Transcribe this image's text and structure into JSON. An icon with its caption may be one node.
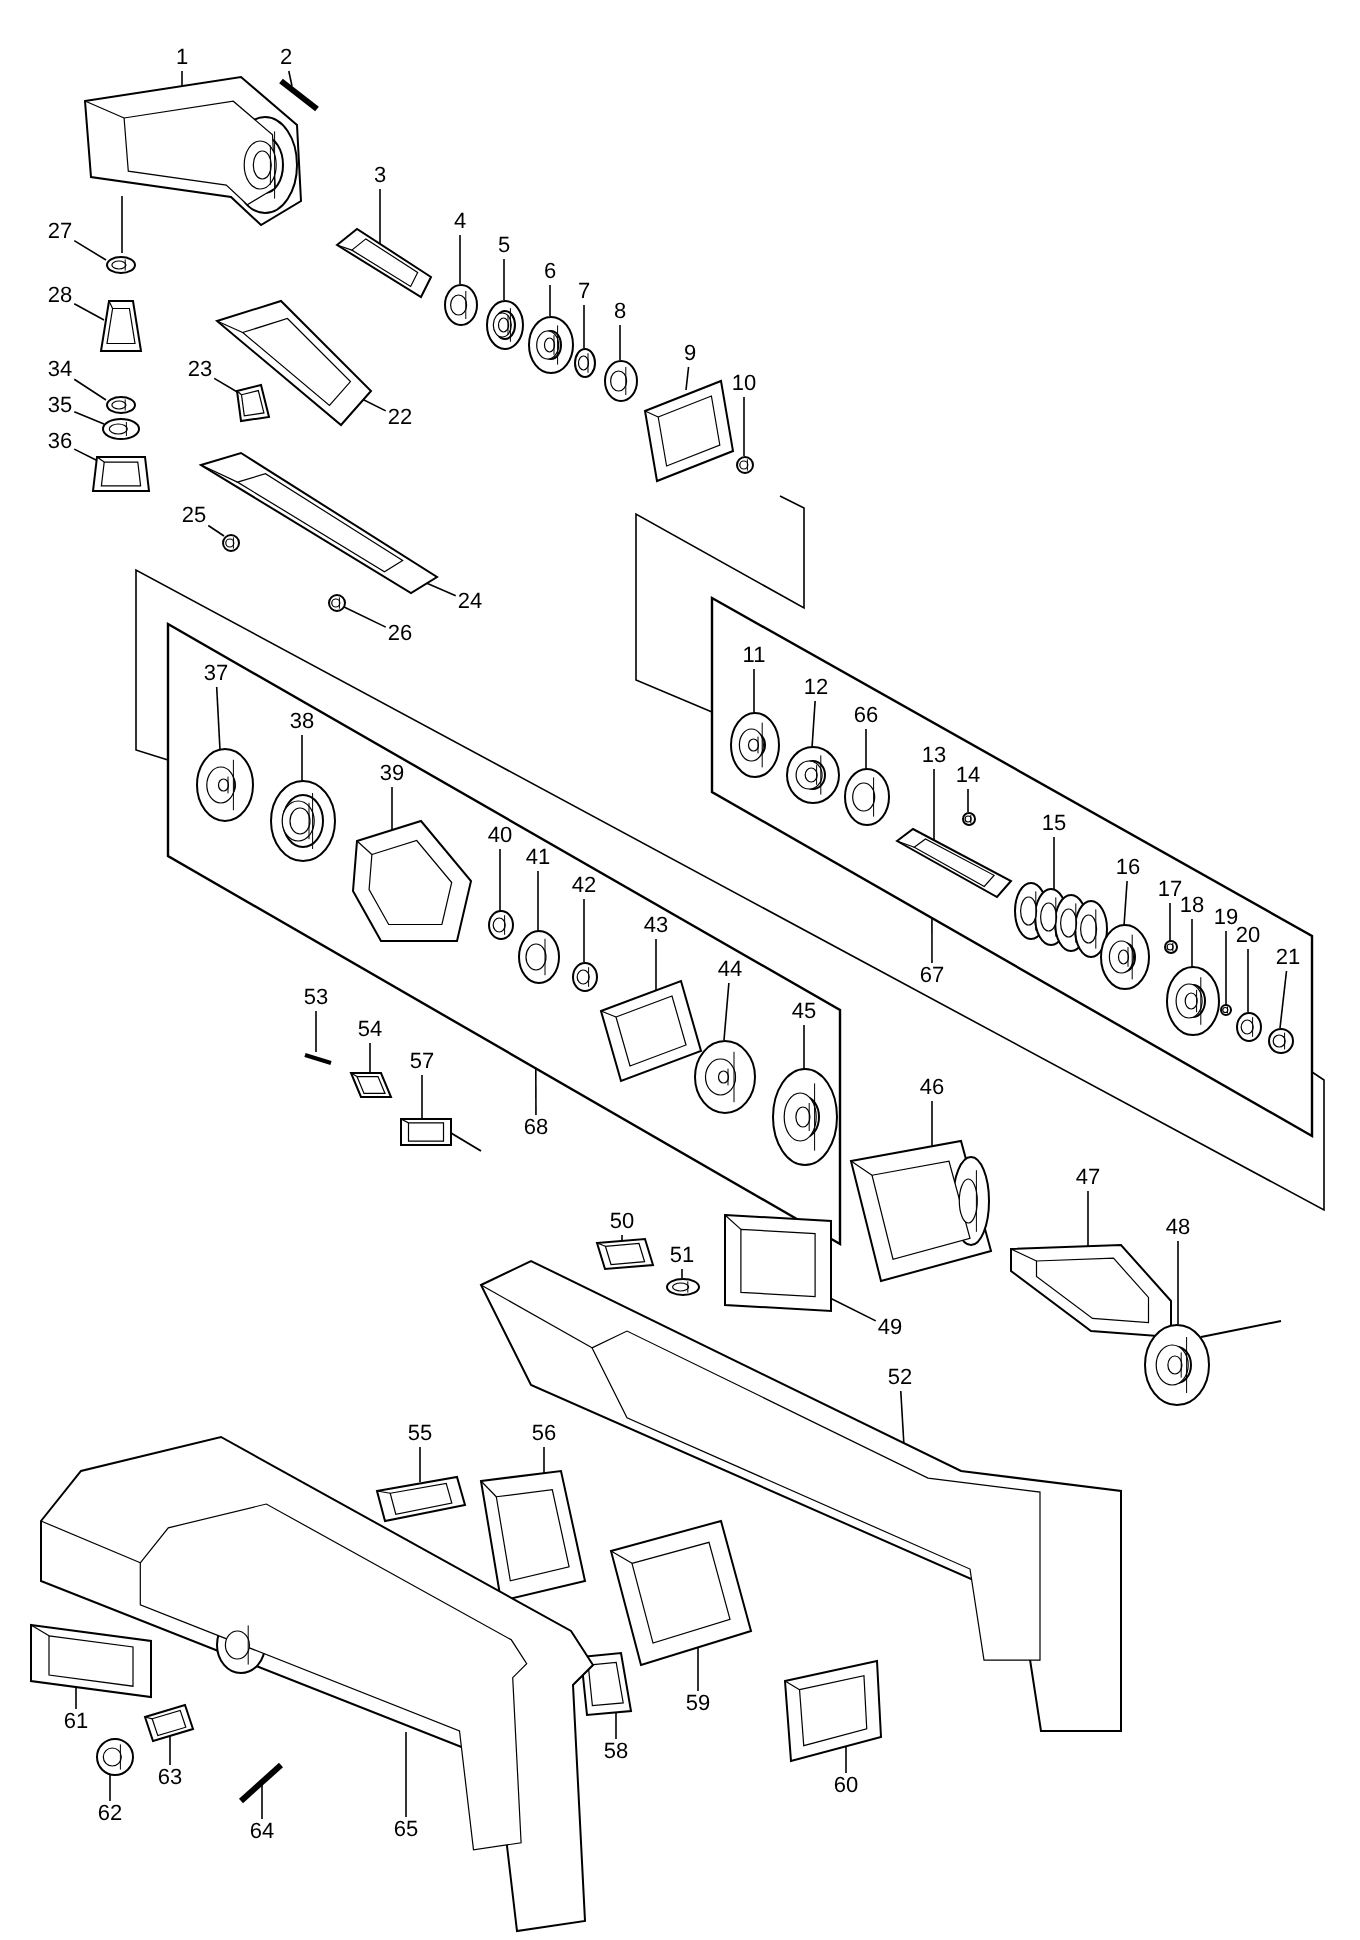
{
  "diagram": {
    "nodes": [
      {
        "text": [
          "1"
        ]
      },
      {
        "text": [
          "2"
        ]
      },
      {
        "text": [
          "3"
        ]
      },
      {
        "text": [
          "4"
        ]
      },
      {
        "text": [
          "5"
        ]
      },
      {
        "text": [
          "6"
        ]
      },
      {
        "text": [
          "7"
        ]
      },
      {
        "text": [
          "8"
        ]
      },
      {
        "text": [
          "9"
        ]
      },
      {
        "text": [
          "10"
        ]
      },
      {
        "text": [
          "27"
        ]
      },
      {
        "text": [
          "28"
        ]
      },
      {
        "text": [
          "34"
        ]
      },
      {
        "text": [
          "35"
        ]
      },
      {
        "text": [
          "36"
        ]
      },
      {
        "text": [
          "23"
        ]
      },
      {
        "text": [
          "22"
        ]
      },
      {
        "text": [
          "25"
        ]
      },
      {
        "text": [
          "24"
        ]
      },
      {
        "text": [
          "26"
        ]
      },
      {
        "text": [],
        "shape": "box"
      },
      {
        "text": [
          "11"
        ],
        "in": 20
      },
      {
        "text": [
          "12"
        ],
        "in": 20
      },
      {
        "text": [
          "66"
        ],
        "in": 20
      },
      {
        "text": [
          "13"
        ],
        "in": 20
      },
      {
        "text": [
          "14"
        ],
        "in": 20
      },
      {
        "text": [
          "15"
        ],
        "in": 20
      },
      {
        "text": [
          "16"
        ],
        "in": 20
      },
      {
        "text": [
          "17"
        ],
        "in": 20
      },
      {
        "text": [
          "18"
        ],
        "in": 20
      },
      {
        "text": [
          "19"
        ],
        "in": 20
      },
      {
        "text": [
          "20"
        ],
        "in": 20
      },
      {
        "text": [
          "21"
        ],
        "in": 20
      },
      {
        "text": [
          "67"
        ]
      },
      {
        "text": [],
        "shape": "box"
      },
      {
        "text": [
          "37"
        ],
        "in": 34
      },
      {
        "text": [
          "38"
        ],
        "in": 34
      },
      {
        "text": [
          "39"
        ],
        "in": 34
      },
      {
        "text": [
          "40"
        ],
        "in": 34
      },
      {
        "text": [
          "41"
        ],
        "in": 34
      },
      {
        "text": [
          "42"
        ],
        "in": 34
      },
      {
        "text": [
          "43"
        ],
        "in": 34
      },
      {
        "text": [
          "44"
        ],
        "in": 34
      },
      {
        "text": [
          "45"
        ],
        "in": 34
      },
      {
        "text": [
          "68"
        ]
      },
      {
        "text": [
          "53"
        ]
      },
      {
        "text": [
          "54"
        ]
      },
      {
        "text": [
          "57"
        ]
      },
      {
        "text": [
          "46"
        ]
      },
      {
        "text": [
          "47"
        ]
      },
      {
        "text": [
          "48"
        ]
      },
      {
        "text": [
          "50"
        ]
      },
      {
        "text": [
          "51"
        ]
      },
      {
        "text": [
          "49"
        ]
      },
      {
        "text": [
          "52"
        ]
      },
      {
        "text": [
          "55"
        ]
      },
      {
        "text": [
          "56"
        ]
      },
      {
        "text": [
          "59"
        ]
      },
      {
        "text": [
          "58"
        ]
      },
      {
        "text": [
          "60"
        ]
      },
      {
        "text": [
          "61"
        ]
      },
      {
        "text": [
          "62"
        ]
      },
      {
        "text": [
          "63"
        ]
      },
      {
        "text": [
          "64"
        ]
      },
      {
        "text": [
          "65"
        ]
      },
      {
        "text": [],
        "shape": "picture"
      },
      {
        "text": [],
        "shape": "picture"
      },
      {
        "text": [],
        "shape": "picture"
      },
      {
        "text": [],
        "shape": "picture"
      },
      {
        "text": [],
        "shape": "picture"
      },
      {
        "text": [],
        "shape": "picture"
      },
      {
        "text": [],
        "shape": "picture"
      },
      {
        "text": [],
        "shape": "picture"
      },
      {
        "text": [],
        "shape": "picture"
      },
      {
        "text": [],
        "shape": "picture"
      },
      {
        "text": [],
        "shape": "picture"
      },
      {
        "text": [],
        "shape": "picture"
      },
      {
        "text": [],
        "shape": "picture"
      },
      {
        "text": [],
        "shape": "picture"
      },
      {
        "text": [],
        "shape": "picture"
      },
      {
        "text": [],
        "shape": "picture"
      },
      {
        "text": [],
        "shape": "picture"
      },
      {
        "text": [],
        "shape": "picture"
      },
      {
        "text": [],
        "shape": "picture"
      },
      {
        "text": [],
        "shape": "picture"
      },
      {
        "text": [],
        "shape": "picture",
        "in": 20
      },
      {
        "text": [],
        "shape": "picture",
        "in": 20
      },
      {
        "text": [],
        "shape": "picture",
        "in": 20
      },
      {
        "text": [],
        "shape": "picture",
        "in": 20
      },
      {
        "text": [],
        "shape": "picture",
        "in": 20
      },
      {
        "text": [],
        "shape": "picture",
        "in": 20
      },
      {
        "text": [],
        "shape": "picture",
        "in": 20
      },
      {
        "text": [],
        "shape": "picture",
        "in": 20
      },
      {
        "text": [],
        "shape": "picture",
        "in": 20
      },
      {
        "text": [],
        "shape": "picture",
        "in": 20
      },
      {
        "text": [],
        "shape": "picture",
        "in": 20
      },
      {
        "text": [],
        "shape": "picture",
        "in": 20
      },
      {
        "text": [],
        "shape": "picture",
        "in": 34
      },
      {
        "text": [],
        "shape": "picture",
        "in": 34
      },
      {
        "text": [],
        "shape": "picture",
        "in": 34
      },
      {
        "text": [],
        "shape": "picture",
        "in": 34
      },
      {
        "text": [],
        "shape": "picture",
        "in": 34
      },
      {
        "text": [],
        "shape": "picture",
        "in": 34
      },
      {
        "text": [],
        "shape": "picture",
        "in": 34
      },
      {
        "text": [],
        "shape": "picture",
        "in": 34
      },
      {
        "text": [],
        "shape": "picture",
        "in": 34
      },
      {
        "text": [],
        "shape": "picture"
      },
      {
        "text": [],
        "shape": "picture"
      },
      {
        "text": [],
        "shape": "picture"
      },
      {
        "text": [],
        "shape": "picture"
      },
      {
        "text": [],
        "shape": "picture"
      },
      {
        "text": [],
        "shape": "picture"
      },
      {
        "text": [],
        "shape": "picture"
      },
      {
        "text": [],
        "shape": "picture"
      },
      {
        "text": [],
        "shape": "picture"
      },
      {
        "text": [],
        "shape": "picture"
      },
      {
        "text": [],
        "shape": "picture"
      },
      {
        "text": [],
        "shape": "picture"
      },
      {
        "text": [],
        "shape": "picture"
      },
      {
        "text": [],
        "shape": "picture"
      },
      {
        "text": [],
        "shape": "picture"
      },
      {
        "text": [],
        "shape": "picture"
      },
      {
        "text": [],
        "shape": "picture"
      },
      {
        "text": [],
        "shape": "picture"
      },
      {
        "text": [],
        "shape": "picture"
      },
      {
        "text": [],
        "shape": "picture"
      }
    ],
    "edges": [
      {
        "from": 0,
        "to": 65,
        "arrow": "none"
      },
      {
        "from": 1,
        "to": 66,
        "arrow": "none"
      },
      {
        "from": 2,
        "to": 67,
        "arrow": "none"
      },
      {
        "from": 3,
        "to": 68,
        "arrow": "none"
      },
      {
        "from": 4,
        "to": 69,
        "arrow": "none"
      },
      {
        "from": 5,
        "to": 70,
        "arrow": "none"
      },
      {
        "from": 6,
        "to": 71,
        "arrow": "none"
      },
      {
        "from": 7,
        "to": 72,
        "arrow": "none"
      },
      {
        "from": 8,
        "to": 73,
        "arrow": "none"
      },
      {
        "from": 9,
        "to": 74,
        "arrow": "none"
      },
      {
        "from": 10,
        "to": 75,
        "arrow": "none"
      },
      {
        "from": 11,
        "to": 76,
        "arrow": "none"
      },
      {
        "from": 12,
        "to": 77,
        "arrow": "none"
      },
      {
        "from": 13,
        "to": 78,
        "arrow": "none"
      },
      {
        "from": 14,
        "to": 79,
        "arrow": "none"
      },
      {
        "from": 15,
        "to": 80,
        "arrow": "none"
      },
      {
        "from": 16,
        "to": 81,
        "arrow": "none"
      },
      {
        "from": 17,
        "to": 82,
        "arrow": "none"
      },
      {
        "from": 18,
        "to": 83,
        "arrow": "none"
      },
      {
        "from": 19,
        "to": 84,
        "arrow": "none"
      },
      {
        "from": 21,
        "to": 85,
        "arrow": "none"
      },
      {
        "from": 22,
        "to": 86,
        "arrow": "none"
      },
      {
        "from": 23,
        "to": 87,
        "arrow": "none"
      },
      {
        "from": 24,
        "to": 88,
        "arrow": "none"
      },
      {
        "from": 25,
        "to": 89,
        "arrow": "none"
      },
      {
        "from": 26,
        "to": 90,
        "arrow": "none"
      },
      {
        "from": 27,
        "to": 91,
        "arrow": "none"
      },
      {
        "from": 28,
        "to": 92,
        "arrow": "none"
      },
      {
        "from": 29,
        "to": 93,
        "arrow": "none"
      },
      {
        "from": 30,
        "to": 94,
        "arrow": "none"
      },
      {
        "from": 31,
        "to": 95,
        "arrow": "none"
      },
      {
        "from": 32,
        "to": 96,
        "arrow": "none"
      },
      {
        "from": 33,
        "to": 20,
        "arrow": "none"
      },
      {
        "from": 35,
        "to": 97,
        "arrow": "none"
      },
      {
        "from": 36,
        "to": 98,
        "arrow": "none"
      },
      {
        "from": 37,
        "to": 99,
        "arrow": "none"
      },
      {
        "from": 38,
        "to": 100,
        "arrow": "none"
      },
      {
        "from": 39,
        "to": 101,
        "arrow": "none"
      },
      {
        "from": 40,
        "to": 102,
        "arrow": "none"
      },
      {
        "from": 41,
        "to": 103,
        "arrow": "none"
      },
      {
        "from": 42,
        "to": 104,
        "arrow": "none"
      },
      {
        "from": 43,
        "to": 105,
        "arrow": "none"
      },
      {
        "from": 44,
        "to": 34,
        "arrow": "none"
      },
      {
        "from": 45,
        "to": 106,
        "arrow": "none"
      },
      {
        "from": 46,
        "to": 107,
        "arrow": "none"
      },
      {
        "from": 47,
        "to": 108,
        "arrow": "none"
      },
      {
        "from": 48,
        "to": 109,
        "arrow": "none"
      },
      {
        "from": 49,
        "to": 110,
        "arrow": "none"
      },
      {
        "from": 50,
        "to": 111,
        "arrow": "none"
      },
      {
        "from": 51,
        "to": 112,
        "arrow": "none"
      },
      {
        "from": 52,
        "to": 113,
        "arrow": "none"
      },
      {
        "from": 53,
        "to": 114,
        "arrow": "none"
      },
      {
        "from": 54,
        "to": 115,
        "arrow": "none"
      },
      {
        "from": 55,
        "to": 116,
        "arrow": "none"
      },
      {
        "from": 56,
        "to": 117,
        "arrow": "none"
      },
      {
        "from": 57,
        "to": 118,
        "arrow": "none"
      },
      {
        "from": 58,
        "to": 119,
        "arrow": "none"
      },
      {
        "from": 59,
        "to": 120,
        "arrow": "none"
      },
      {
        "from": 60,
        "to": 121,
        "arrow": "none"
      },
      {
        "from": 61,
        "to": 122,
        "arrow": "none"
      },
      {
        "from": 62,
        "to": 123,
        "arrow": "none"
      },
      {
        "from": 63,
        "to": 124,
        "arrow": "none"
      },
      {
        "from": 64,
        "to": 125,
        "arrow": "none"
      },
      {
        "from": null,
        "to": 20,
        "arrow": "none"
      },
      {
        "from": 34,
        "to": 20,
        "arrow": "none"
      },
      {
        "from": 65,
        "to": 75,
        "arrow": "none"
      }
    ]
  }
}
